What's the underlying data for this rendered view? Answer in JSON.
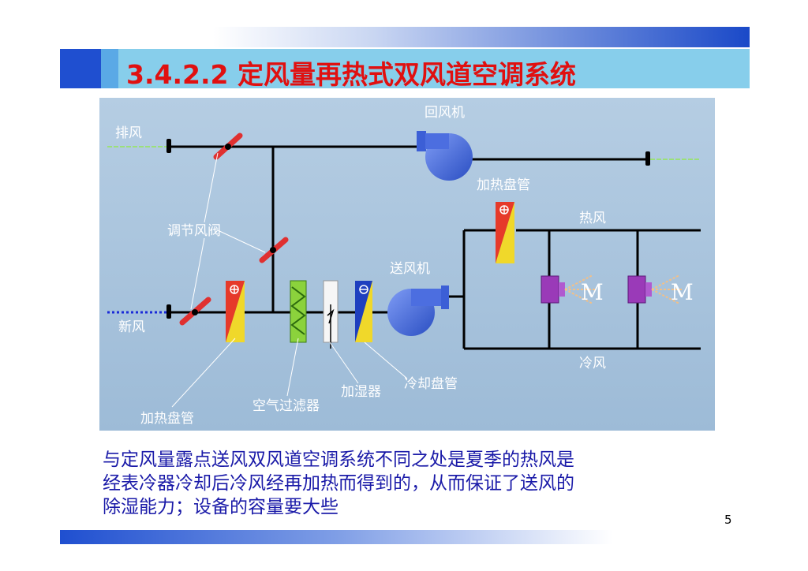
{
  "title": "3.4.2.2  定风量再热式双风道空调系统",
  "diagram_labels": {
    "exhaust_air": "排风",
    "return_fan": "回风机",
    "reheat_coil_top": "加热盘管",
    "hot_air": "热风",
    "dampers": "调节风阀",
    "supply_fan": "送风机",
    "fresh_air": "新风",
    "cold_air": "冷风",
    "cooling_coil": "冷却盘管",
    "humidifier": "加湿器",
    "air_filter": "空气过滤器",
    "heating_coil_bottom": "加热盘管",
    "mixing_box_left": "M",
    "mixing_box_right": "M"
  },
  "description": [
    "与定风量露点送风双风道空调系统不同之处是夏季的热风是",
    "经表冷器冷却后冷风经再加热而得到的，从而保证了送风的",
    "除湿能力；设备的容量要大些"
  ],
  "page_number": "5"
}
